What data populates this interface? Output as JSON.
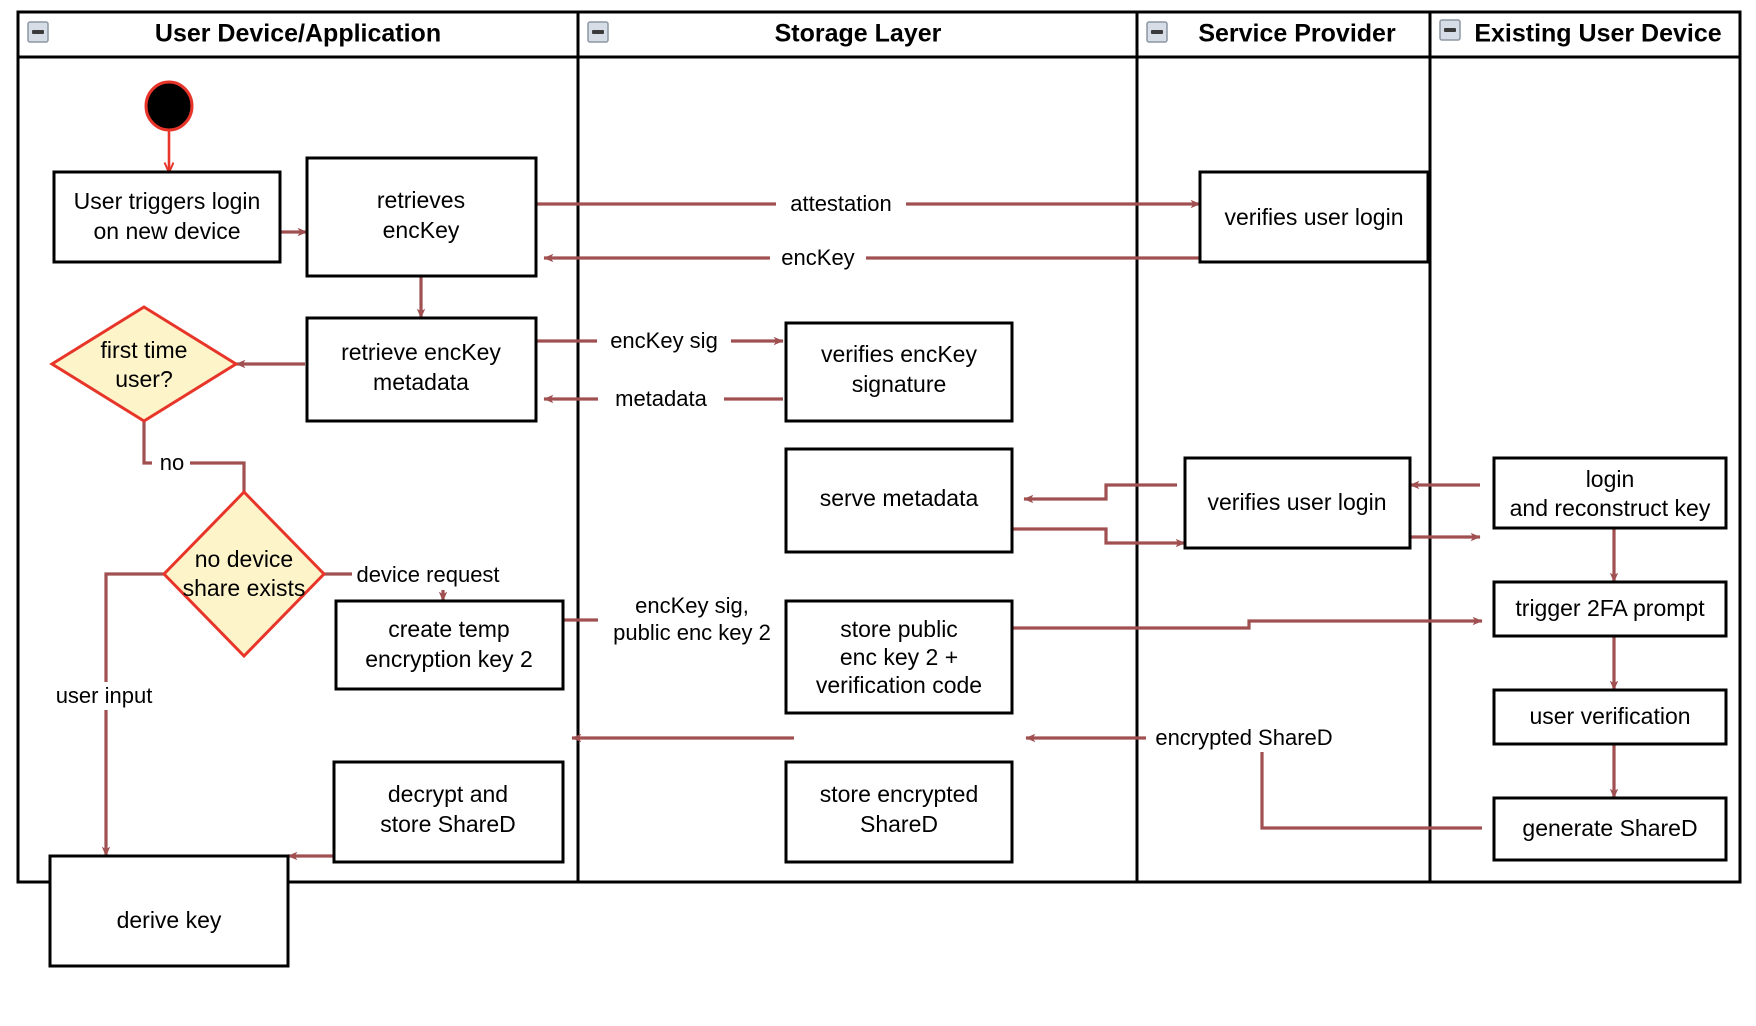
{
  "diagram": {
    "title": "Key recovery / new device login swimlane activity diagram",
    "lanes": [
      {
        "id": "lane-user-device",
        "label": "User Device/Application",
        "collapse_icon": "collapse-minus-icon"
      },
      {
        "id": "lane-storage",
        "label": "Storage Layer",
        "collapse_icon": "collapse-minus-icon"
      },
      {
        "id": "lane-service-provider",
        "label": "Service Provider",
        "collapse_icon": "collapse-minus-icon"
      },
      {
        "id": "lane-existing-device",
        "label": "Existing User Device",
        "collapse_icon": "collapse-minus-icon"
      }
    ],
    "colors": {
      "node_fill": "#ffffff",
      "node_stroke": "#000000",
      "decision_fill": "#fdf4c9",
      "decision_stroke": "#e8352a",
      "flow_stroke": "#a05050",
      "start_fill": "#000000",
      "start_stroke": "#e8352a",
      "lane_stroke": "#000000"
    },
    "nodes": [
      {
        "id": "start",
        "type": "start",
        "lane": "lane-user-device",
        "label": ""
      },
      {
        "id": "n-user-triggers-login",
        "type": "activity",
        "lane": "lane-user-device",
        "lines": [
          "User triggers login",
          "on new device"
        ]
      },
      {
        "id": "n-retrieves-enckey",
        "type": "activity",
        "lane": "lane-user-device",
        "lines": [
          "retrieves",
          "encKey"
        ]
      },
      {
        "id": "n-retrieve-enckey-metadata",
        "type": "activity",
        "lane": "lane-user-device",
        "lines": [
          "retrieve encKey",
          "metadata"
        ]
      },
      {
        "id": "n-first-time-user",
        "type": "decision",
        "lane": "lane-user-device",
        "lines": [
          "first time",
          "user?"
        ]
      },
      {
        "id": "n-no-device-share-exists",
        "type": "decision",
        "lane": "lane-user-device",
        "lines": [
          "no device",
          "share exists"
        ]
      },
      {
        "id": "n-create-temp-key",
        "type": "activity",
        "lane": "lane-user-device",
        "lines": [
          "create temp",
          "encryption key 2"
        ]
      },
      {
        "id": "n-decrypt-store-shared",
        "type": "activity",
        "lane": "lane-user-device",
        "lines": [
          "decrypt and",
          "store ShareD"
        ]
      },
      {
        "id": "n-derive-key",
        "type": "activity",
        "lane": "lane-user-device",
        "lines": [
          "derive key"
        ]
      },
      {
        "id": "n-verifies-enckey-signature",
        "type": "activity",
        "lane": "lane-storage",
        "lines": [
          "verifies encKey",
          "signature"
        ]
      },
      {
        "id": "n-serve-metadata",
        "type": "activity",
        "lane": "lane-storage",
        "lines": [
          "serve metadata"
        ]
      },
      {
        "id": "n-store-public-enc-key",
        "type": "activity",
        "lane": "lane-storage",
        "lines": [
          "store public",
          "enc key 2 +",
          "verification code"
        ]
      },
      {
        "id": "n-store-encrypted-shared",
        "type": "activity",
        "lane": "lane-storage",
        "lines": [
          "store encrypted",
          "ShareD"
        ]
      },
      {
        "id": "n-verifies-user-login-1",
        "type": "activity",
        "lane": "lane-service-provider",
        "lines": [
          "verifies user login"
        ]
      },
      {
        "id": "n-verifies-user-login-2",
        "type": "activity",
        "lane": "lane-service-provider",
        "lines": [
          "verifies user login"
        ]
      },
      {
        "id": "n-login-reconstruct-key",
        "type": "activity",
        "lane": "lane-existing-device",
        "lines": [
          "login",
          "and reconstruct key"
        ]
      },
      {
        "id": "n-trigger-2fa-prompt",
        "type": "activity",
        "lane": "lane-existing-device",
        "lines": [
          "trigger 2FA prompt"
        ]
      },
      {
        "id": "n-user-verification",
        "type": "activity",
        "lane": "lane-existing-device",
        "lines": [
          "user verification"
        ]
      },
      {
        "id": "n-generate-shared",
        "type": "activity",
        "lane": "lane-existing-device",
        "lines": [
          "generate ShareD"
        ]
      }
    ],
    "edges": [
      {
        "id": "e-start-to-login",
        "from": "start",
        "to": "n-user-triggers-login",
        "label": ""
      },
      {
        "id": "e-login-to-retrieves",
        "from": "n-user-triggers-login",
        "to": "n-retrieves-enckey",
        "label": ""
      },
      {
        "id": "e-retrieves-to-sp",
        "from": "n-retrieves-enckey",
        "to": "n-verifies-user-login-1",
        "label": "attestation"
      },
      {
        "id": "e-sp-to-retrieves",
        "from": "n-verifies-user-login-1",
        "to": "n-retrieves-enckey",
        "label": "encKey"
      },
      {
        "id": "e-retrieves-to-metadata",
        "from": "n-retrieves-enckey",
        "to": "n-retrieve-enckey-metadata",
        "label": ""
      },
      {
        "id": "e-metadata-to-verifysig",
        "from": "n-retrieve-enckey-metadata",
        "to": "n-verifies-enckey-signature",
        "label": "encKey sig"
      },
      {
        "id": "e-verifysig-to-metadata",
        "from": "n-verifies-enckey-signature",
        "to": "n-retrieve-enckey-metadata",
        "label": "metadata"
      },
      {
        "id": "e-metadata-to-firsttime",
        "from": "n-retrieve-enckey-metadata",
        "to": "n-first-time-user",
        "label": ""
      },
      {
        "id": "e-firsttime-to-nodevice",
        "from": "n-first-time-user",
        "to": "n-no-device-share-exists",
        "label": "no"
      },
      {
        "id": "e-nodevice-to-createtemp",
        "from": "n-no-device-share-exists",
        "to": "n-create-temp-key",
        "label": "device request"
      },
      {
        "id": "e-nodevice-to-derivekey",
        "from": "n-no-device-share-exists",
        "to": "n-derive-key",
        "label": "user input"
      },
      {
        "id": "e-createtemp-to-storepublic",
        "from": "n-create-temp-key",
        "to": "n-store-public-enc-key",
        "label": "encKey sig,\npublic enc key 2"
      },
      {
        "id": "e-storepublic-to-2fa",
        "from": "n-store-public-enc-key",
        "to": "n-trigger-2fa-prompt",
        "label": ""
      },
      {
        "id": "e-existing-to-sp2",
        "from": "n-login-reconstruct-key",
        "to": "n-verifies-user-login-2",
        "label": ""
      },
      {
        "id": "e-sp2-to-servemetadata",
        "from": "n-verifies-user-login-2",
        "to": "n-serve-metadata",
        "label": ""
      },
      {
        "id": "e-servemetadata-to-sp2",
        "from": "n-serve-metadata",
        "to": "n-verifies-user-login-2",
        "label": ""
      },
      {
        "id": "e-sp2-to-existing",
        "from": "n-verifies-user-login-2",
        "to": "n-login-reconstruct-key",
        "label": ""
      },
      {
        "id": "e-login-to-2fa",
        "from": "n-login-reconstruct-key",
        "to": "n-trigger-2fa-prompt",
        "label": ""
      },
      {
        "id": "e-2fa-to-userverification",
        "from": "n-trigger-2fa-prompt",
        "to": "n-user-verification",
        "label": ""
      },
      {
        "id": "e-userverification-to-generate",
        "from": "n-user-verification",
        "to": "n-generate-shared",
        "label": ""
      },
      {
        "id": "e-generate-to-storeenc",
        "from": "n-generate-shared",
        "to": "n-store-encrypted-shared",
        "label": "encrypted ShareD"
      },
      {
        "id": "e-storeenc-to-decrypt",
        "from": "n-store-encrypted-shared",
        "to": "n-decrypt-store-shared",
        "label": ""
      },
      {
        "id": "e-decrypt-to-derivekey",
        "from": "n-decrypt-store-shared",
        "to": "n-derive-key",
        "label": ""
      }
    ],
    "edge_labels": {
      "attestation": "attestation",
      "enckey": "encKey",
      "enckey_sig": "encKey sig",
      "metadata": "metadata",
      "no": "no",
      "device_request": "device request",
      "user_input": "user input",
      "enckey_sig_public_line1": "encKey sig,",
      "enckey_sig_public_line2": "public enc key 2",
      "encrypted_shared": "encrypted ShareD"
    },
    "node_labels": {
      "user_triggers_login_l1": "User triggers login",
      "user_triggers_login_l2": "on new device",
      "retrieves_l1": "retrieves",
      "retrieves_l2": "encKey",
      "retrieve_metadata_l1": "retrieve encKey",
      "retrieve_metadata_l2": "metadata",
      "first_time_l1": "first time",
      "first_time_l2": "user?",
      "no_device_l1": "no device",
      "no_device_l2": "share exists",
      "create_temp_l1": "create temp",
      "create_temp_l2": "encryption key 2",
      "decrypt_l1": "decrypt and",
      "decrypt_l2": "store ShareD",
      "derive_key": "derive key",
      "verifies_sig_l1": "verifies encKey",
      "verifies_sig_l2": "signature",
      "serve_metadata": "serve metadata",
      "store_public_l1": "store public",
      "store_public_l2": "enc key 2 +",
      "store_public_l3": "verification code",
      "store_encrypted_l1": "store encrypted",
      "store_encrypted_l2": "ShareD",
      "verifies_user_login_1": "verifies user login",
      "verifies_user_login_2": "verifies user login",
      "login_reconstruct_l1": "login",
      "login_reconstruct_l2": "and reconstruct key",
      "trigger_2fa": "trigger 2FA prompt",
      "user_verification": "user verification",
      "generate_shared": "generate ShareD"
    }
  }
}
